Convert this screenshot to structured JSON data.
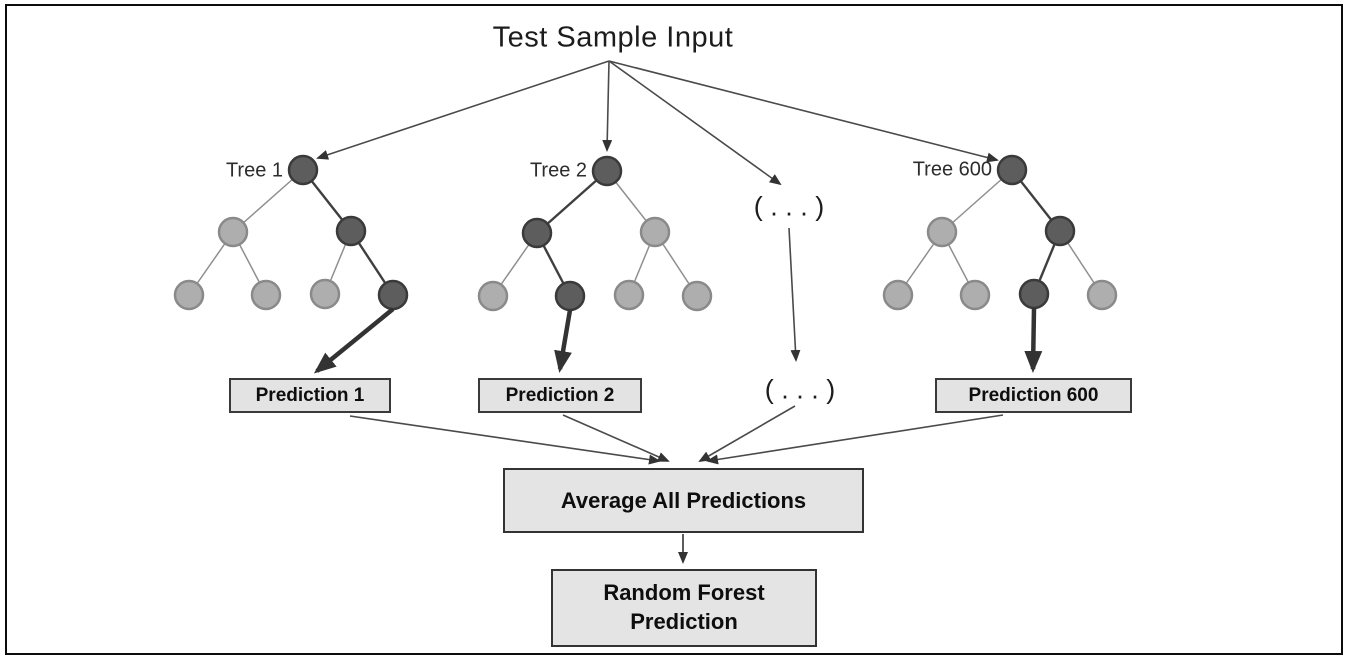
{
  "title": "Test Sample Input",
  "trees": [
    {
      "label": "Tree 1",
      "prediction_label": "Prediction 1",
      "node_shades": [
        "dark",
        "light",
        "dark",
        "light",
        "light",
        "light",
        "dark"
      ],
      "highlighted_edges": [
        [
          0,
          2
        ],
        [
          2,
          6
        ]
      ],
      "prediction_from_node": 6
    },
    {
      "label": "Tree 2",
      "prediction_label": "Prediction 2",
      "node_shades": [
        "dark",
        "dark",
        "light",
        "light",
        "dark",
        "light",
        "light"
      ],
      "highlighted_edges": [
        [
          0,
          1
        ],
        [
          1,
          4
        ]
      ],
      "prediction_from_node": 4
    },
    {
      "label": "Tree 600",
      "prediction_label": "Prediction 600",
      "node_shades": [
        "dark",
        "light",
        "dark",
        "light",
        "light",
        "dark",
        "light"
      ],
      "highlighted_edges": [
        [
          0,
          2
        ],
        [
          2,
          5
        ]
      ],
      "prediction_from_node": 5
    }
  ],
  "ellipsis": {
    "top": "( . . . )",
    "bottom": "( . . . )"
  },
  "aggregate": {
    "label": "Average All Predictions"
  },
  "final": {
    "line1": "Random Forest",
    "line2": "Prediction"
  },
  "colors": {
    "dark_node": "#5d5d5d",
    "dark_node_border": "#3a3a3a",
    "light_node": "#aeaeae",
    "light_node_border": "#8a8a8a",
    "edge": "#8f8f8f",
    "highlight_edge": "#3f3f3f",
    "thin_arrow": "#4a4a4a",
    "thick_arrow": "#333333",
    "box_fill": "#e4e4e4",
    "box_border": "#333333",
    "frame": "#0c0c0c"
  }
}
